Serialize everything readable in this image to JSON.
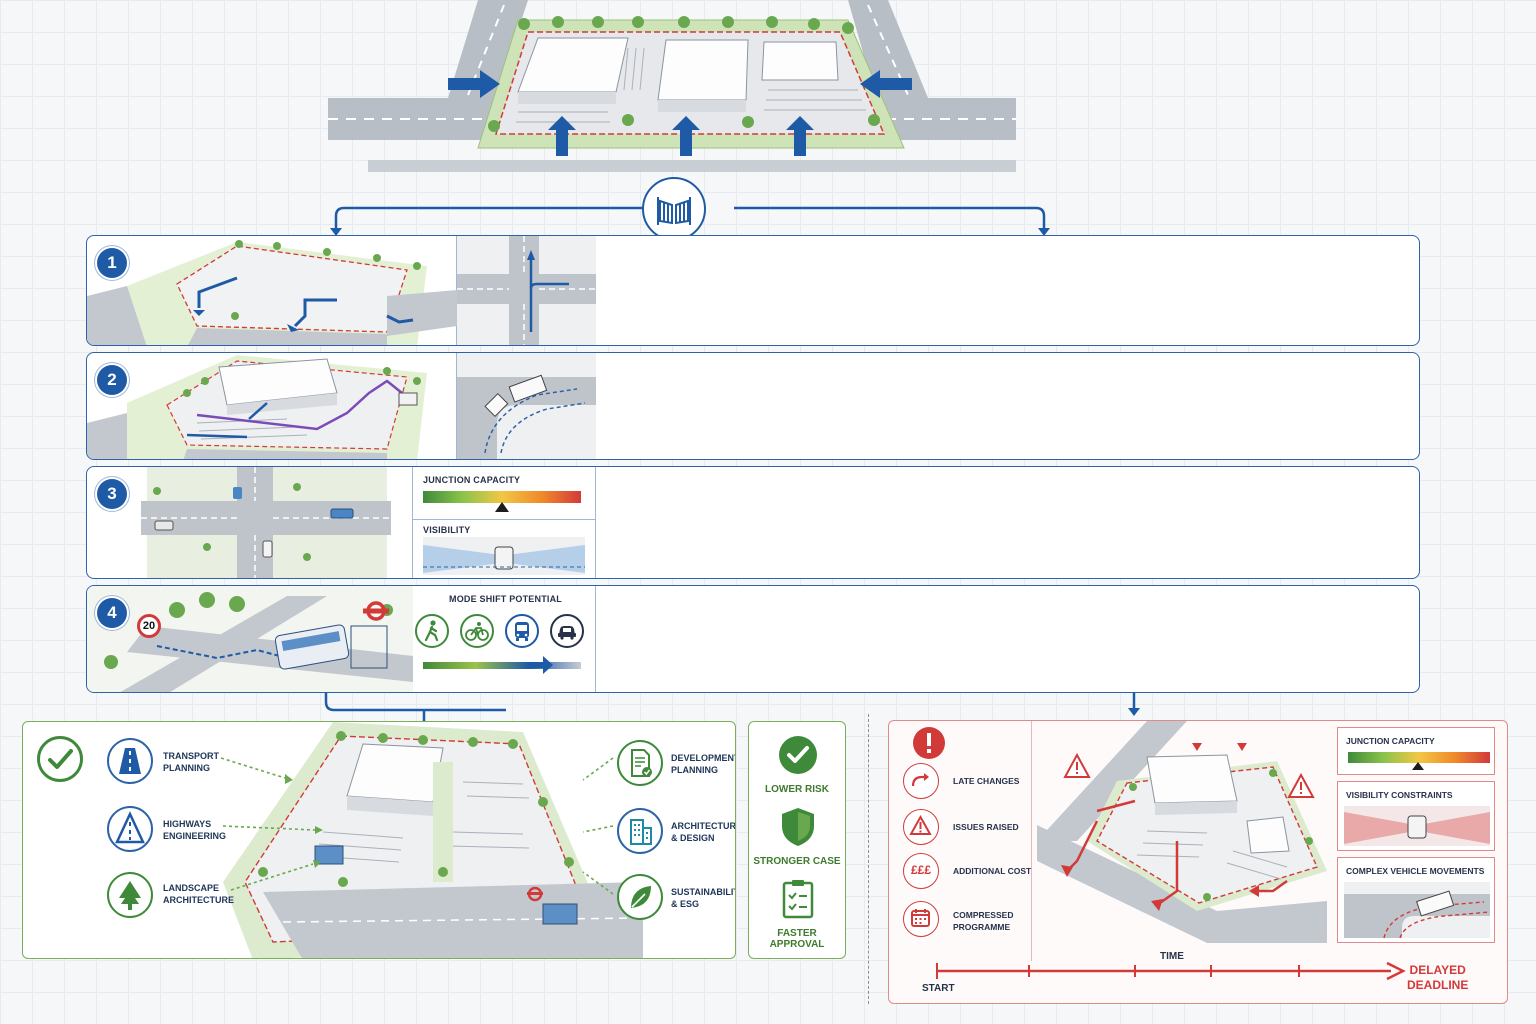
{
  "steps": [
    {
      "number": "1"
    },
    {
      "number": "2"
    },
    {
      "number": "3",
      "capacity_label": "JUNCTION CAPACITY",
      "visibility_label": "VISIBILITY"
    },
    {
      "number": "4",
      "speed_limit": "20",
      "mode_shift_label": "MODE SHIFT POTENTIAL",
      "modes": [
        {
          "icon": "walking-icon"
        },
        {
          "icon": "cycling-icon"
        },
        {
          "icon": "bus-icon"
        },
        {
          "icon": "car-icon"
        }
      ]
    }
  ],
  "disciplines": {
    "left": [
      {
        "icon": "road-icon",
        "label_line1": "TRANSPORT",
        "label_line2": "PLANNING"
      },
      {
        "icon": "highway-icon",
        "label_line1": "HIGHWAYS",
        "label_line2": "ENGINEERING"
      },
      {
        "icon": "tree-icon",
        "label_line1": "LANDSCAPE",
        "label_line2": "ARCHITECTURE"
      }
    ],
    "right": [
      {
        "icon": "document-icon",
        "label_line1": "DEVELOPMENT",
        "label_line2": "PLANNING"
      },
      {
        "icon": "building-icon",
        "label_line1": "ARCHITECTURE",
        "label_line2": "& DESIGN"
      },
      {
        "icon": "leaf-icon",
        "label_line1": "SUSTAINABILITY",
        "label_line2": "& ESG"
      }
    ]
  },
  "benefits": [
    {
      "icon": "check-icon",
      "label": "LOWER RISK"
    },
    {
      "icon": "shield-icon",
      "label": "STRONGER CASE"
    },
    {
      "icon": "checklist-icon",
      "label": "FASTER APPROVAL"
    }
  ],
  "risks": [
    {
      "icon": "redirect-arrow-icon",
      "label_line1": "LATE CHANGES",
      "label_line2": ""
    },
    {
      "icon": "warning-icon",
      "label_line1": "ISSUES RAISED",
      "label_line2": ""
    },
    {
      "icon": "pound-icon",
      "label_line1": "ADDITIONAL COST",
      "label_line2": "",
      "glyph": "£££"
    },
    {
      "icon": "calendar-icon",
      "label_line1": "COMPRESSED",
      "label_line2": "PROGRAMME"
    }
  ],
  "constraints": {
    "capacity_label": "JUNCTION CAPACITY",
    "visibility_label": "VISIBILITY CONSTRAINTS",
    "vehicle_label": "COMPLEX VEHICLE MOVEMENTS"
  },
  "timeline": {
    "axis_label": "TIME",
    "start_label": "START",
    "end_line1": "DELAYED",
    "end_line2": "DEADLINE"
  },
  "colors": {
    "primary_blue": "#1f5aa6",
    "success_green": "#3f8a3a",
    "risk_red": "#d23a3a"
  }
}
